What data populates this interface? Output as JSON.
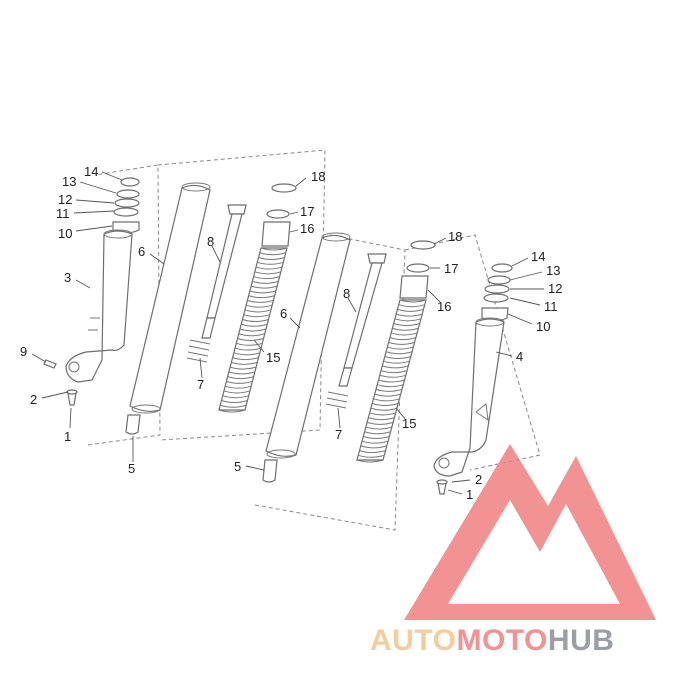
{
  "callouts": {
    "c1": "14",
    "c2": "13",
    "c3": "12",
    "c4": "11",
    "c5": "10",
    "c6": "3",
    "c7": "9",
    "c8": "2",
    "c9": "1",
    "c10": "6",
    "c11": "5",
    "c12": "8",
    "c13": "7",
    "c14": "18",
    "c15": "17",
    "c16": "16",
    "c17": "15",
    "c18": "6",
    "c19": "5",
    "c20": "8",
    "c21": "7",
    "c22": "18",
    "c23": "17",
    "c24": "16",
    "c25": "15",
    "c26": "14",
    "c27": "13",
    "c28": "12",
    "c29": "11",
    "c30": "10",
    "c31": "4",
    "c32": "2",
    "c33": "1"
  },
  "watermark": {
    "text_part1": "AUTO",
    "text_part2": "MOTO",
    "text_part3": "HUB",
    "color_light": "#f5c48c",
    "color_red": "#f08080",
    "color_dark": "#8a8f96"
  }
}
